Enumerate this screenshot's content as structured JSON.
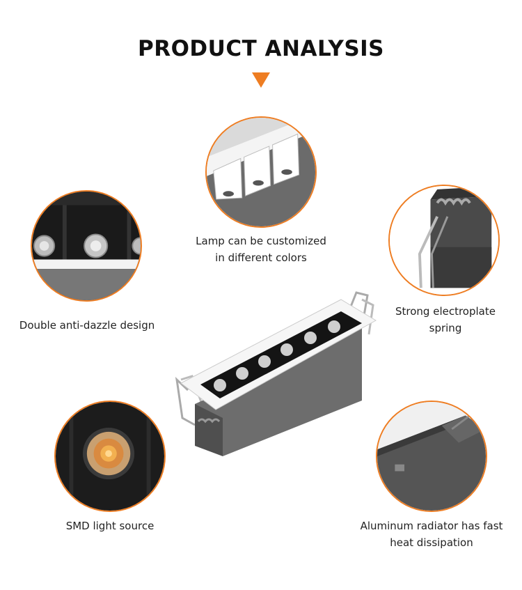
{
  "page": {
    "title": "PRODUCT ANALYSIS",
    "accent": "#ee7d22"
  },
  "features": [
    {
      "icon": "lamp-reflector-icon",
      "lines": [
        "Lamp can be customized",
        "in different colors"
      ]
    },
    {
      "icon": "anti-glare-lens-icon",
      "lines": [
        "Double anti-dazzle design"
      ]
    },
    {
      "icon": "spring-clip-icon",
      "lines": [
        "Strong electroplate",
        "spring"
      ]
    },
    {
      "icon": "led-chip-icon",
      "lines": [
        "SMD light source"
      ]
    },
    {
      "icon": "heatsink-icon",
      "lines": [
        "Aluminum radiator has fast",
        "heat dissipation"
      ]
    }
  ]
}
